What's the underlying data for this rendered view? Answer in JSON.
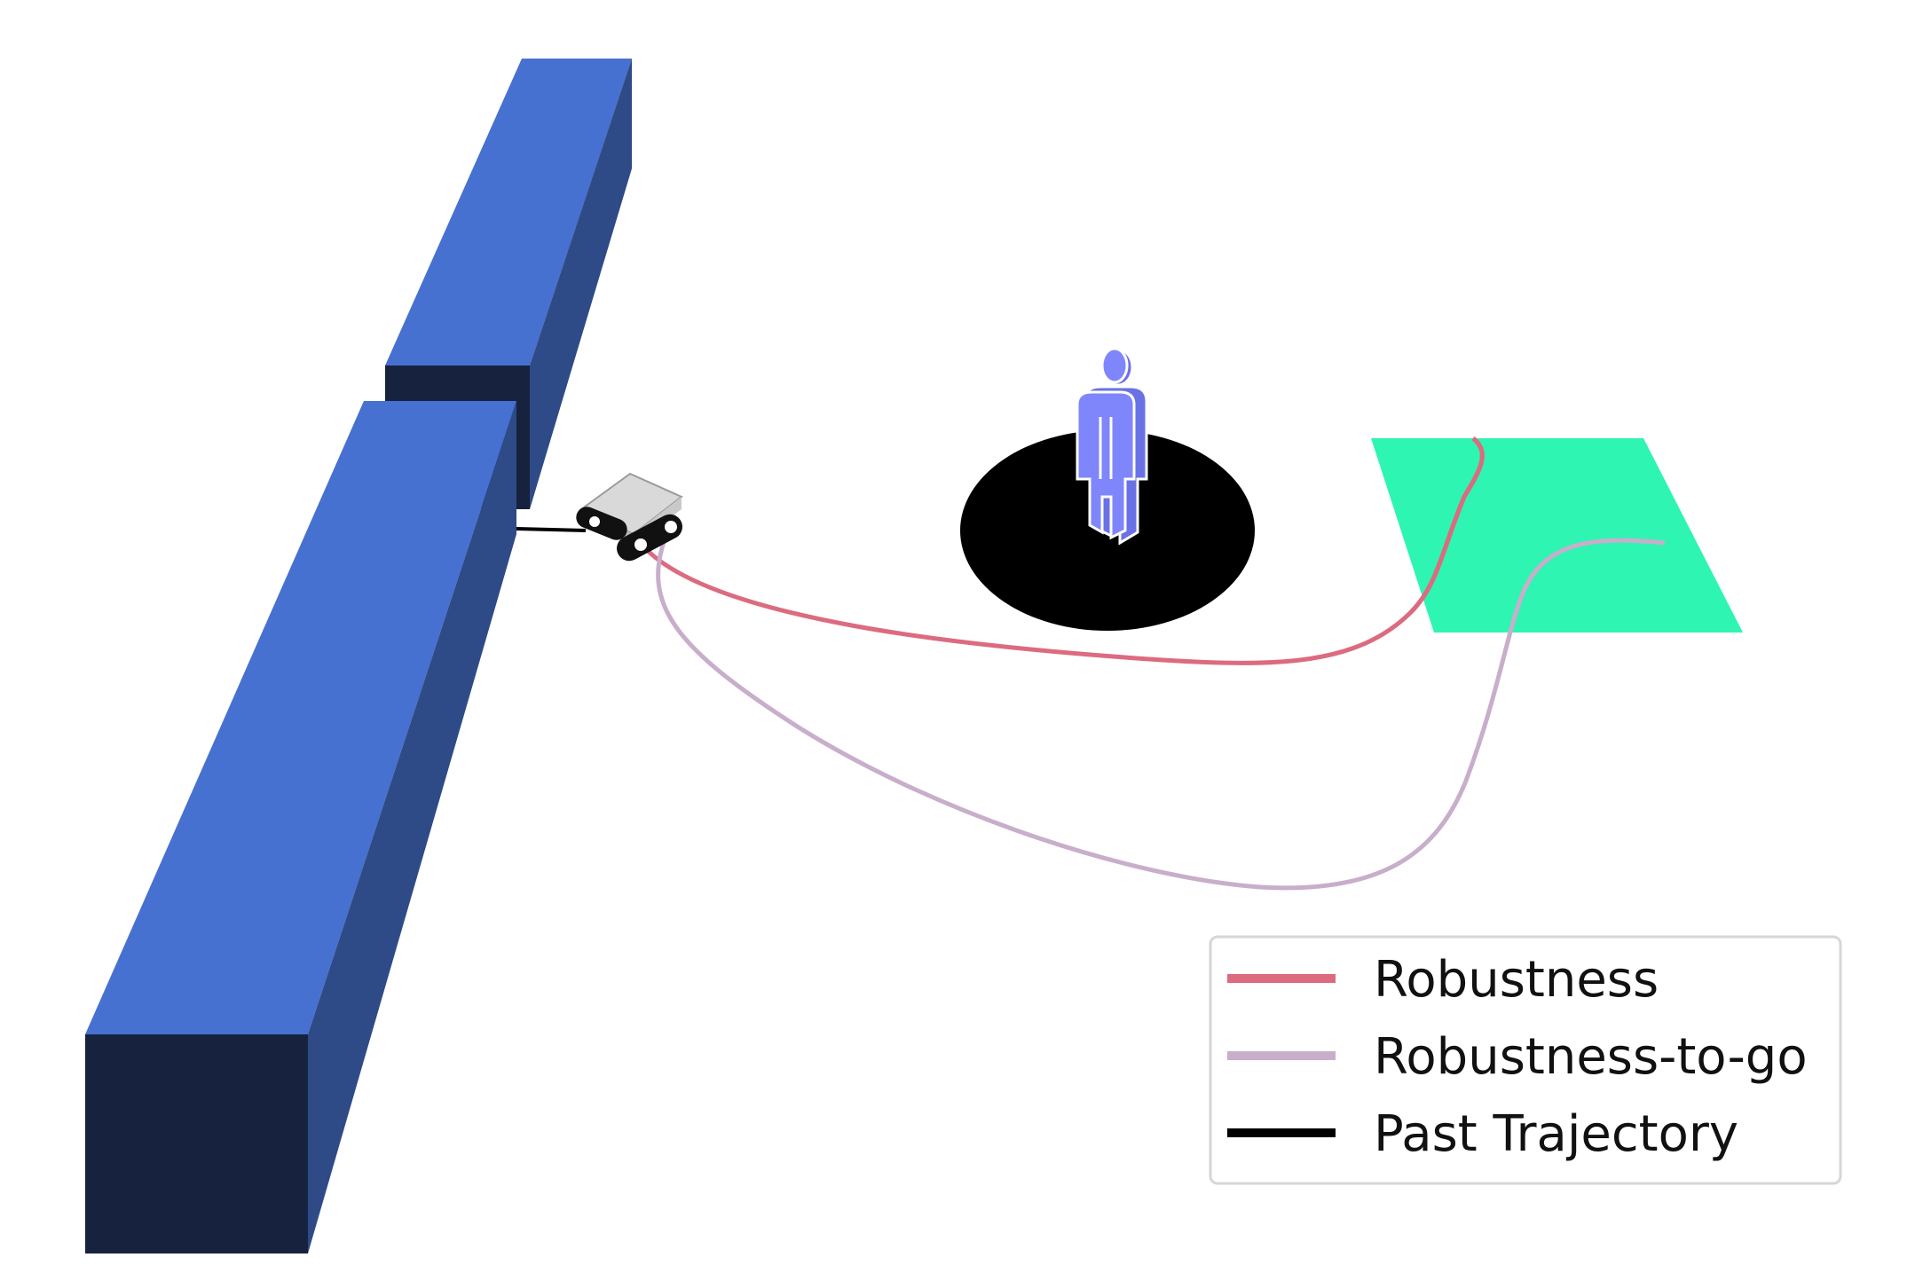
{
  "legend": {
    "items": [
      {
        "label": "Robustness",
        "color": "#dc6b7f"
      },
      {
        "label": "Robustness-to-go",
        "color": "#c8aecb"
      },
      {
        "label": "Past Trajectory",
        "color": "#000000"
      }
    ]
  },
  "colors": {
    "wall_top": "#4671d0",
    "wall_side": "#2e4b87",
    "wall_front": "#16223e",
    "goal_region": "#2ef5b1",
    "obstacle_region": "#000000",
    "human": "#7f86fb",
    "robot_body": "#d9d9d9"
  },
  "icons": {
    "human": "human-icon",
    "robot": "robot-icon"
  }
}
